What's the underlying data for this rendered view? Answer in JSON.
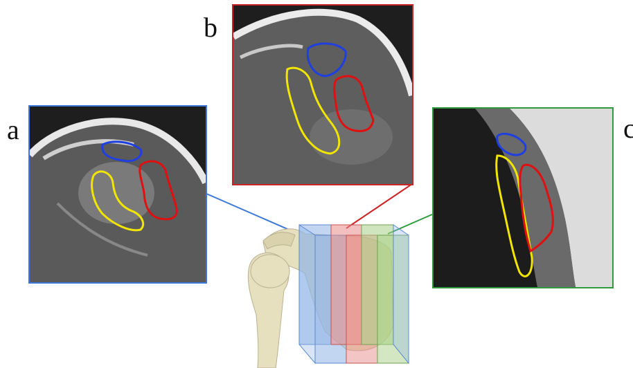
{
  "figure": {
    "panels": [
      {
        "label": "a",
        "frame_color": "#3b78d8",
        "plane": "blue"
      },
      {
        "label": "b",
        "frame_color": "#cc2222",
        "plane": "red"
      },
      {
        "label": "c",
        "frame_color": "#2f9a3c",
        "plane": "green"
      }
    ],
    "outline_colors": {
      "blue": "#1f3fe0",
      "yellow": "#f2e600",
      "red": "#e01010"
    },
    "bone_color": "#e6e0bf"
  }
}
